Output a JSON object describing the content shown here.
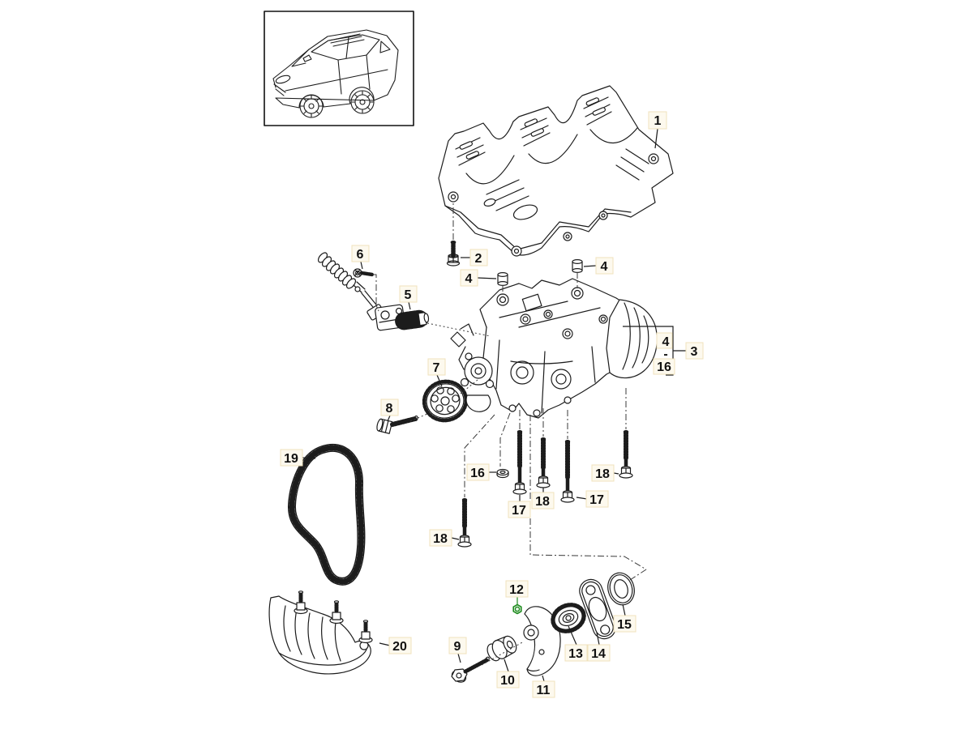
{
  "figure": {
    "kind": "exploded-parts-diagram",
    "vehicle_thumbnail": "suv-line-drawing"
  },
  "colors": {
    "background": "#ffffff",
    "line": "#1c1c1c",
    "label_box_bg": "#fdf9ee",
    "label_box_border": "#f0e2bc",
    "highlight_green": "#1f8b1f"
  },
  "callouts": [
    {
      "id": "part-1",
      "label": "1"
    },
    {
      "id": "part-2",
      "label": "2"
    },
    {
      "id": "part-4-left-dowel",
      "label": "4"
    },
    {
      "id": "part-4-right-dowel",
      "label": "4"
    },
    {
      "id": "part-6",
      "label": "6"
    },
    {
      "id": "part-5",
      "label": "5"
    },
    {
      "id": "range-start",
      "label": "4"
    },
    {
      "id": "range-separator",
      "label": "-"
    },
    {
      "id": "range-end",
      "label": "16"
    },
    {
      "id": "part-3",
      "label": "3"
    },
    {
      "id": "part-7",
      "label": "7"
    },
    {
      "id": "part-8",
      "label": "8"
    },
    {
      "id": "part-19",
      "label": "19"
    },
    {
      "id": "part-16-washer",
      "label": "16"
    },
    {
      "id": "part-17-center",
      "label": "17"
    },
    {
      "id": "part-18-center",
      "label": "18"
    },
    {
      "id": "part-17-right",
      "label": "17"
    },
    {
      "id": "part-18-right",
      "label": "18"
    },
    {
      "id": "part-18-left",
      "label": "18"
    },
    {
      "id": "part-20",
      "label": "20"
    },
    {
      "id": "part-9",
      "label": "9"
    },
    {
      "id": "part-10",
      "label": "10"
    },
    {
      "id": "part-11",
      "label": "11"
    },
    {
      "id": "part-12",
      "label": "12"
    },
    {
      "id": "part-13",
      "label": "13"
    },
    {
      "id": "part-14",
      "label": "14"
    },
    {
      "id": "part-15",
      "label": "15"
    }
  ]
}
